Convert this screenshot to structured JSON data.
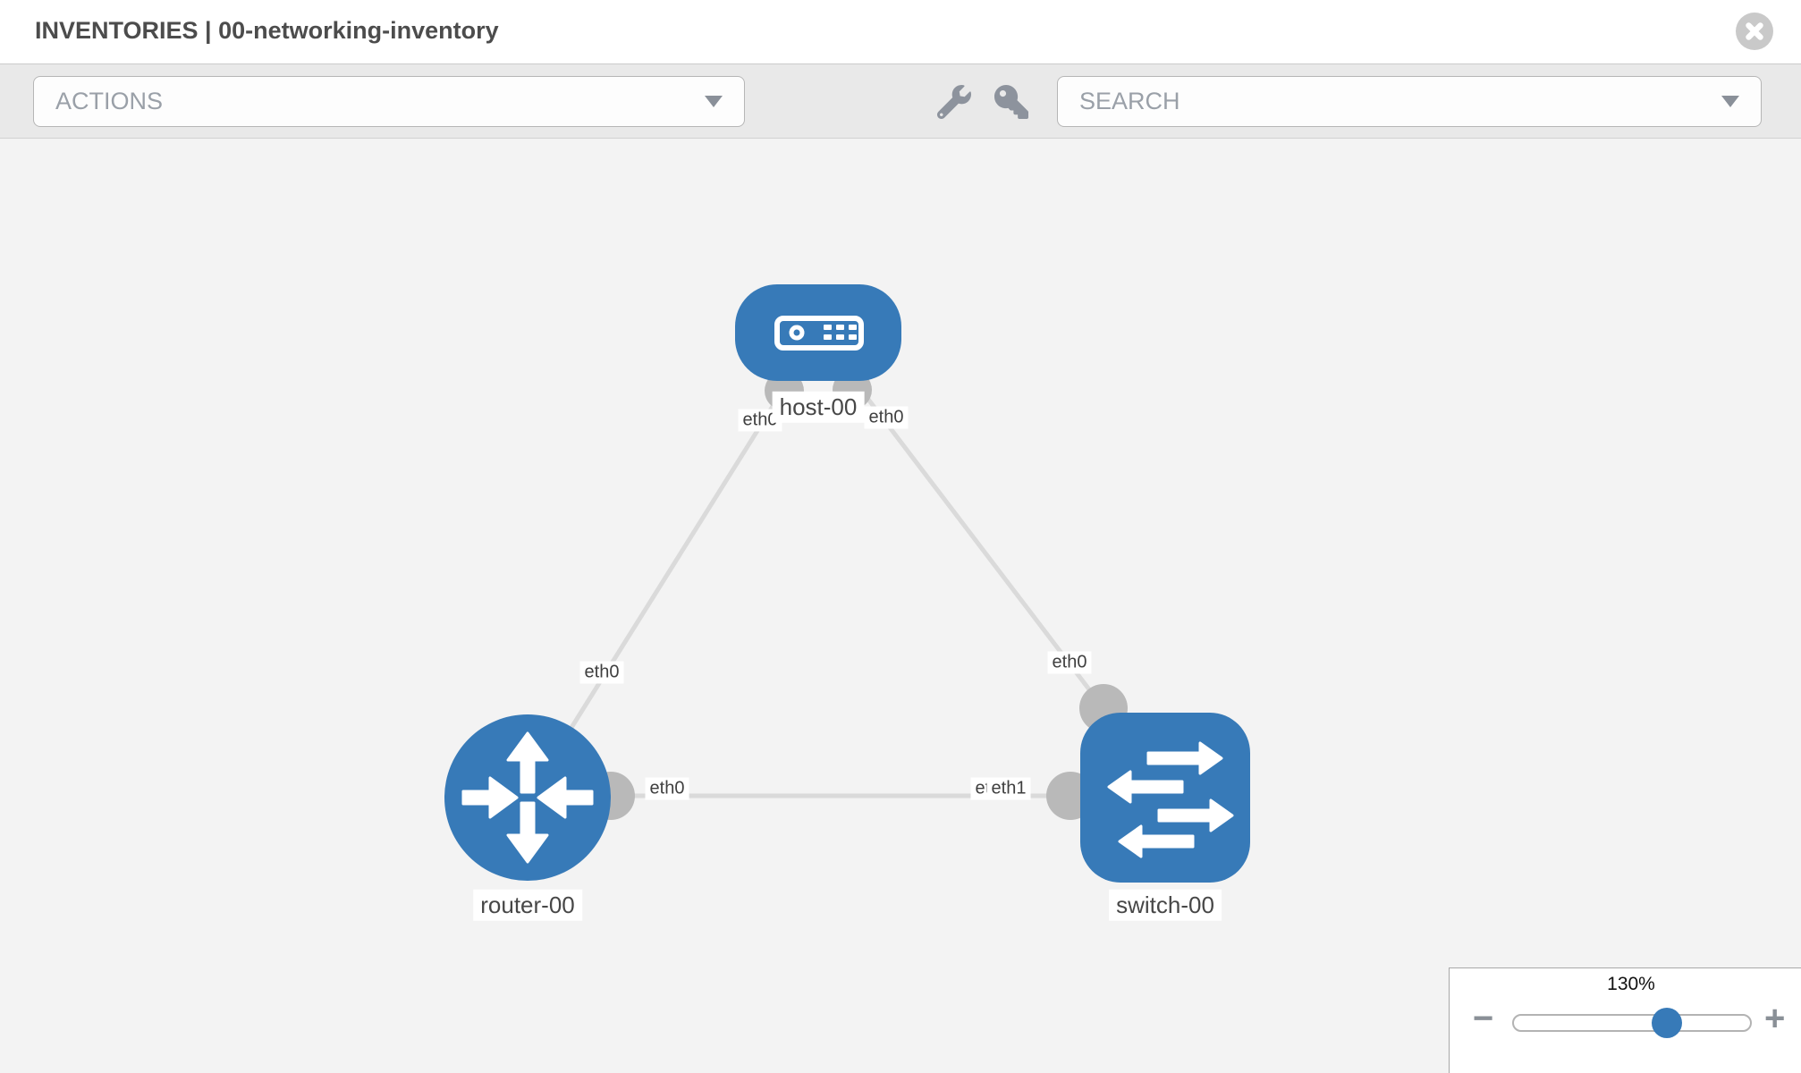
{
  "header": {
    "title": "INVENTORIES | 00-networking-inventory"
  },
  "toolbar": {
    "actions_label": "ACTIONS",
    "search_placeholder": "SEARCH",
    "icons": [
      "wrench-icon",
      "key-icon"
    ]
  },
  "topology": {
    "nodes": [
      {
        "label": "host-00",
        "type": "host"
      },
      {
        "label": "router-00",
        "type": "router"
      },
      {
        "label": "switch-00",
        "type": "switch"
      }
    ],
    "links": [
      {
        "from": "host-00",
        "to": "router-00"
      },
      {
        "from": "host-00",
        "to": "switch-00"
      },
      {
        "from": "router-00",
        "to": "switch-00"
      }
    ],
    "interface_labels": [
      {
        "text": "eth0",
        "location": "host-left"
      },
      {
        "text": "eth0",
        "location": "host-right"
      },
      {
        "text": "eth0",
        "location": "link-host-router"
      },
      {
        "text": "eth0",
        "location": "link-host-switch"
      },
      {
        "text": "eth0",
        "location": "router-side"
      },
      {
        "text": "eth0",
        "location": "switch-side-back"
      },
      {
        "text": "eth1",
        "location": "switch-side-front"
      }
    ]
  },
  "zoom_control": {
    "level": "130%",
    "minus_label": "−",
    "plus_label": "+"
  },
  "colors": {
    "node_blue": "#377ab8",
    "link_gray": "#dadada",
    "port_gray": "#b9b9b9",
    "close_gray": "#c9c9c9",
    "slider_blue": "#377ab8"
  }
}
